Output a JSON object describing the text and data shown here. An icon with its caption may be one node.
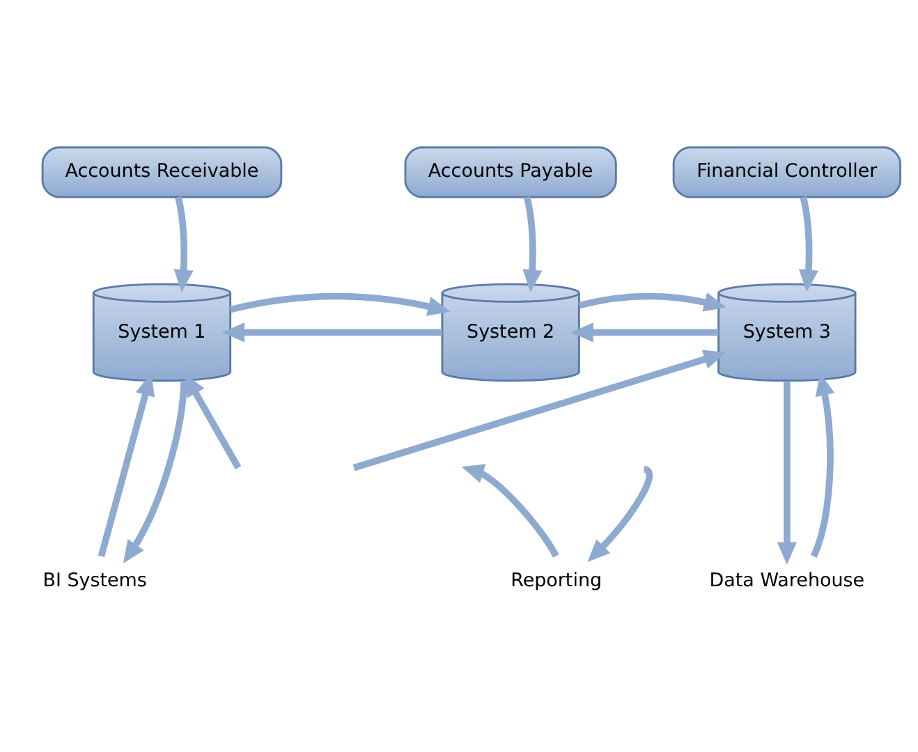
{
  "diagram": {
    "nodes": [
      {
        "text": [
          "Accounts Receivable"
        ]
      },
      {
        "text": [
          "Accounts Payable"
        ]
      },
      {
        "text": [
          "Financial Controller"
        ]
      },
      {
        "text": [
          "System 1"
        ]
      },
      {
        "text": [
          "System 2"
        ]
      },
      {
        "text": [
          "System 3"
        ]
      },
      {
        "text": [
          "BI Systems"
        ]
      },
      {
        "text": [
          "Reporting"
        ]
      },
      {
        "text": [
          "Data Warehouse"
        ]
      }
    ],
    "edges": [
      {
        "from": 0,
        "to": 3,
        "arrow": "to"
      },
      {
        "from": 1,
        "to": 4,
        "arrow": "to"
      },
      {
        "from": 2,
        "to": 5,
        "arrow": "to"
      },
      {
        "from": 4,
        "to": 3,
        "arrow": "to"
      },
      {
        "from": 3,
        "to": 4,
        "arrow": "to"
      },
      {
        "from": 5,
        "to": 4,
        "arrow": "to"
      },
      {
        "from": 4,
        "to": 5,
        "arrow": "to"
      },
      {
        "from": null,
        "to": 3,
        "arrow": "to"
      },
      {
        "from": null,
        "to": 5,
        "arrow": "to"
      },
      {
        "from": 6,
        "to": 3,
        "arrow": "to"
      },
      {
        "from": 3,
        "to": 6,
        "arrow": "to"
      },
      {
        "from": 7,
        "to": null,
        "arrow": "to"
      },
      {
        "from": null,
        "to": 7,
        "arrow": "to"
      },
      {
        "from": 5,
        "to": 8,
        "arrow": "to"
      },
      {
        "from": 8,
        "to": 5,
        "arrow": "to"
      }
    ]
  }
}
